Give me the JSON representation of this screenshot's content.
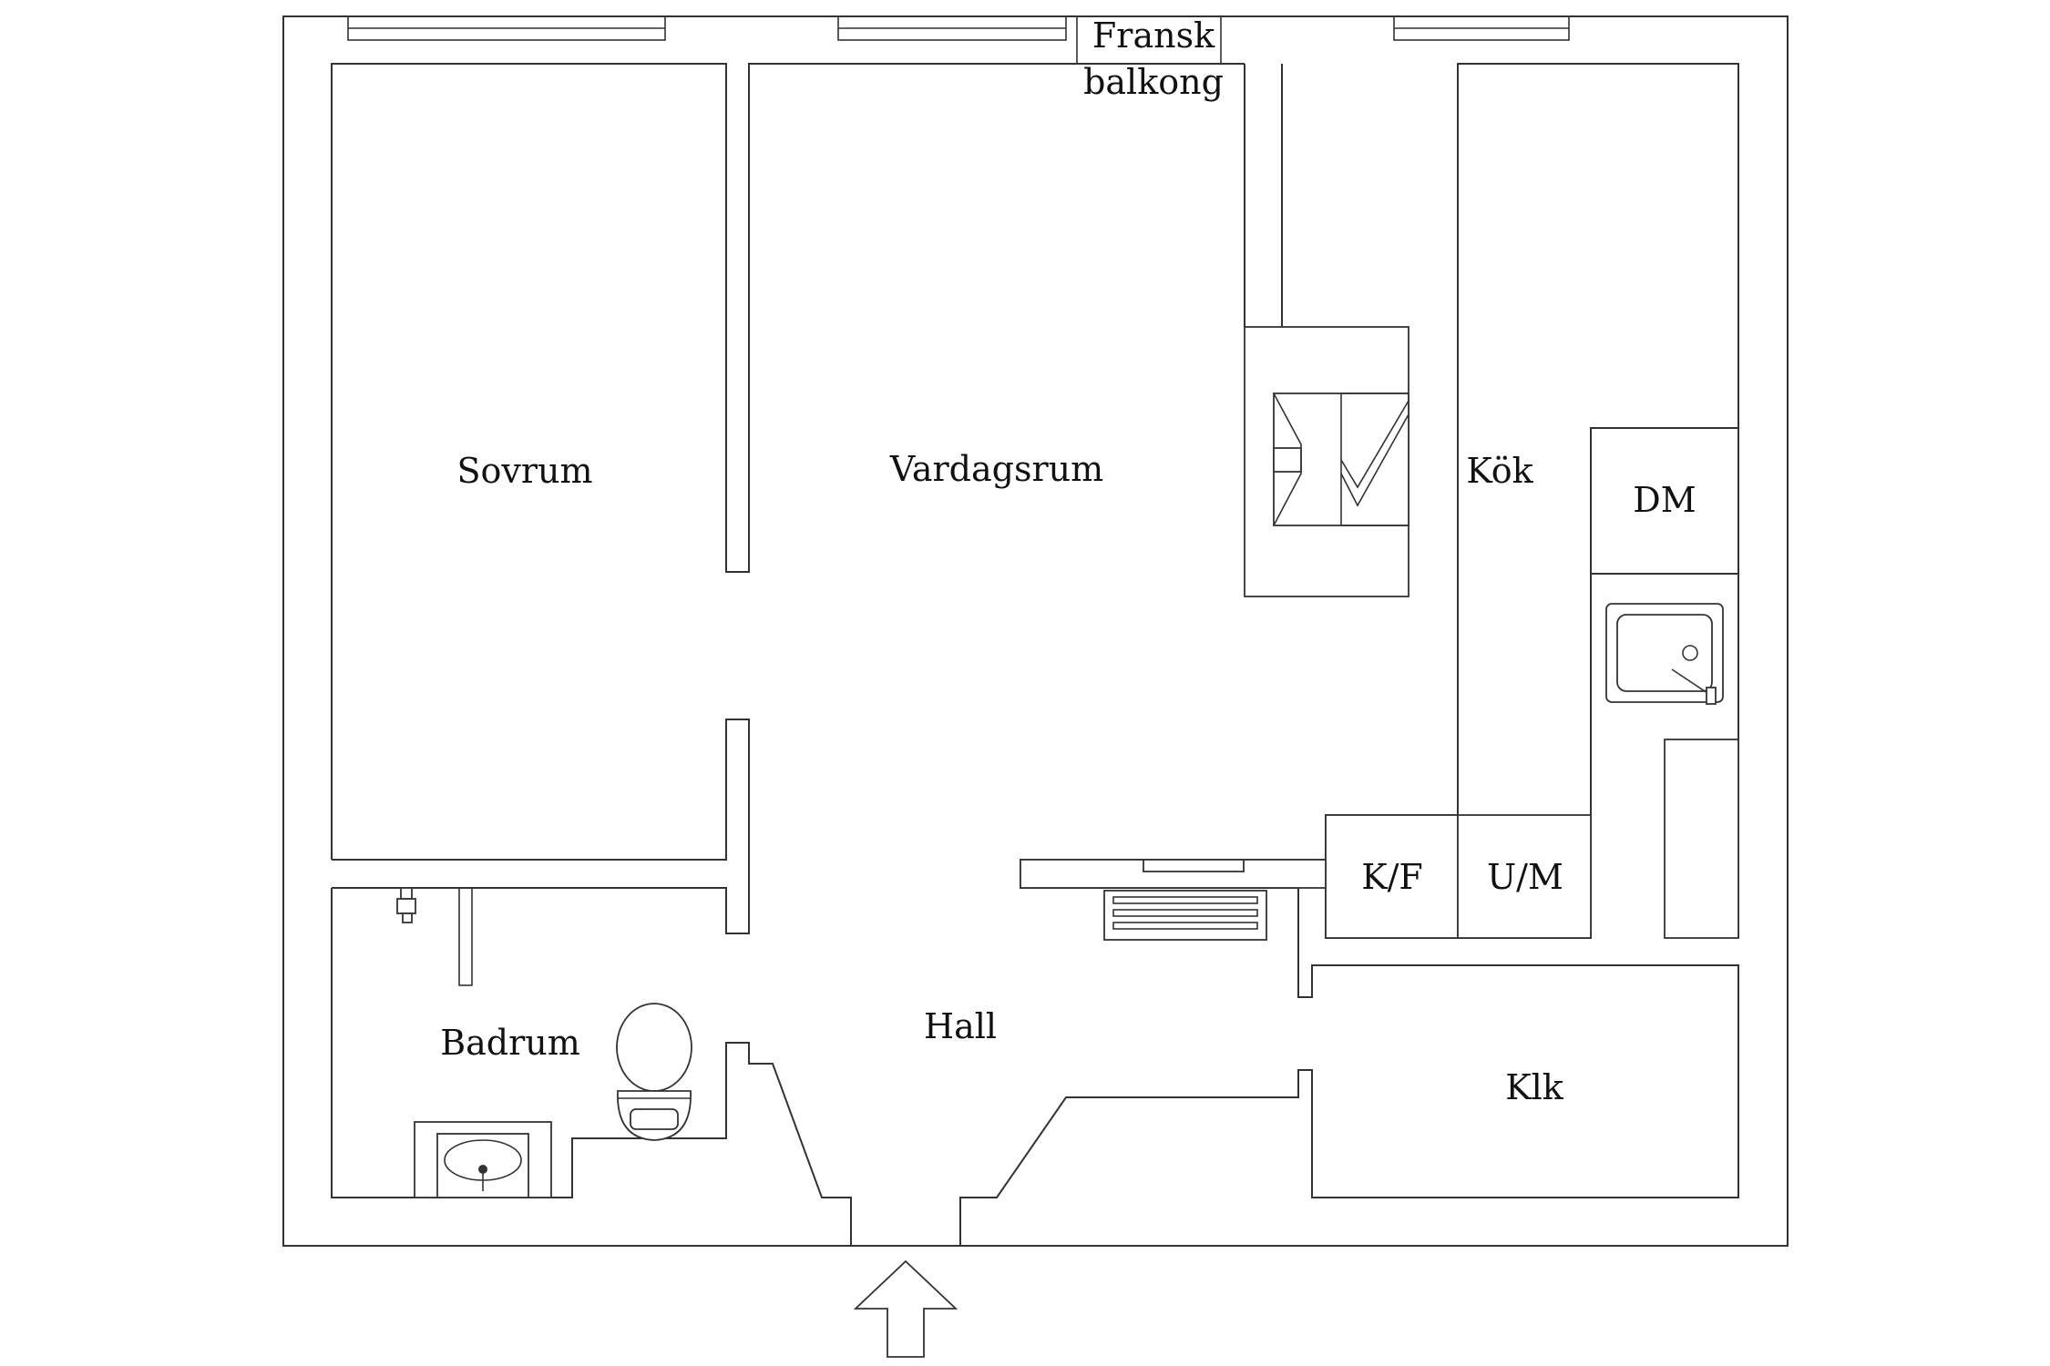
{
  "rooms": {
    "balcony_line1": "Fransk",
    "balcony_line2": "balkong",
    "bedroom": "Sovrum",
    "living": "Vardagsrum",
    "kitchen": "Kök",
    "dishwasher": "DM",
    "fridge_freezer": "K/F",
    "oven_micro": "U/M",
    "bathroom": "Badrum",
    "hall": "Hall",
    "closet": "Klk"
  },
  "colors": {
    "stroke": "#333333",
    "background": "#ffffff",
    "text": "#111111"
  },
  "icons": {
    "entrance": "up-arrow-icon",
    "sink": "kitchen-sink-icon",
    "toilet": "toilet-icon",
    "washbasin": "washbasin-icon",
    "stove": "fireplace-icon",
    "radiator": "radiator-icon"
  }
}
